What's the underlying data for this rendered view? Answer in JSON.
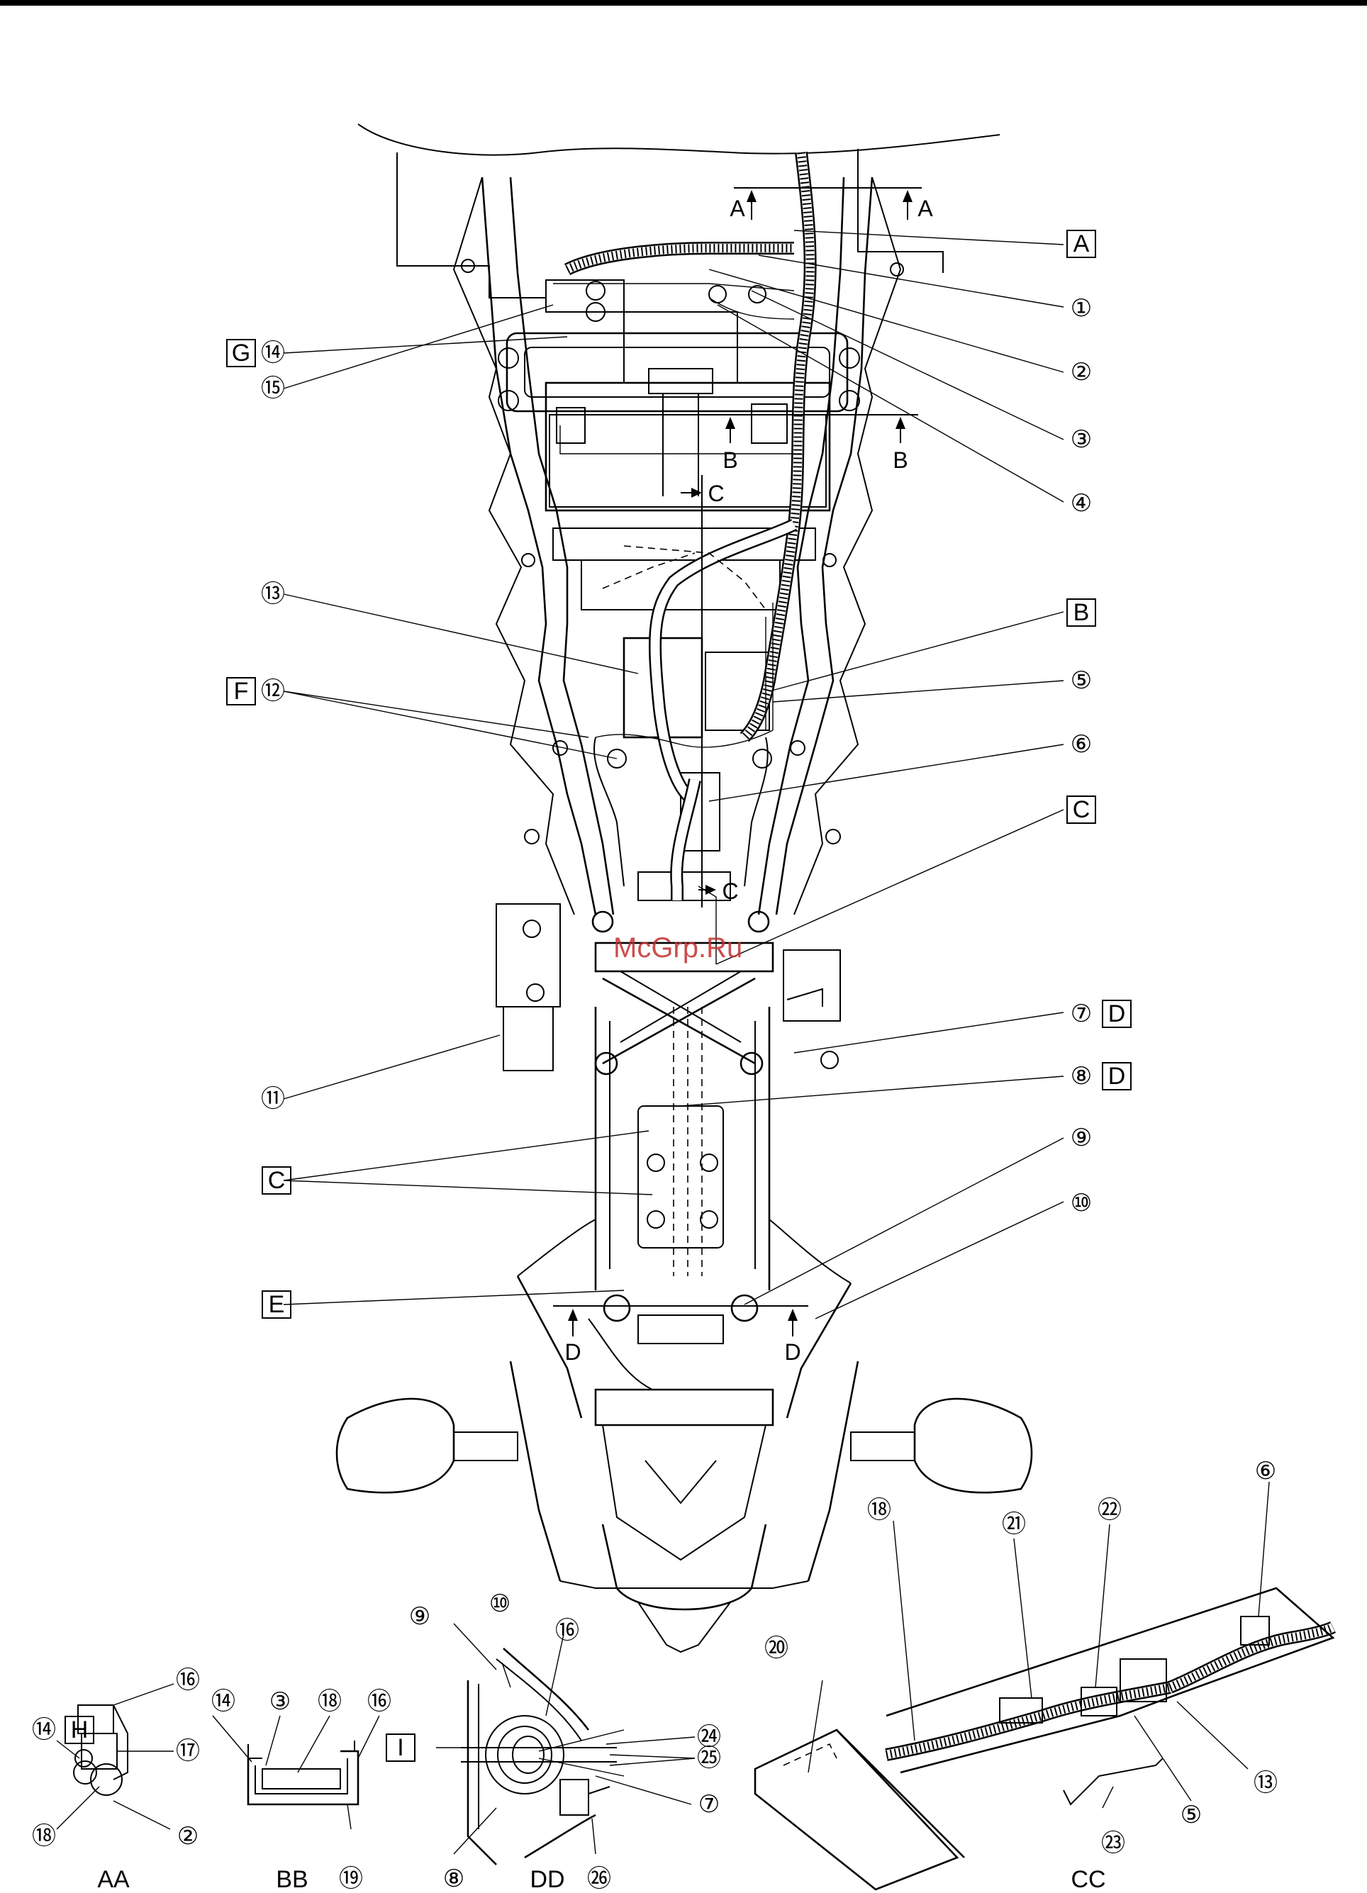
{
  "watermark": "McGrp.Ru",
  "callouts": {
    "n1": "①",
    "n2": "②",
    "n3": "③",
    "n4": "④",
    "n5": "⑤",
    "n6": "⑥",
    "n7": "⑦",
    "n8": "⑧",
    "n9": "⑨",
    "n10": "⑩",
    "n11": "⑪",
    "n12": "⑫",
    "n13": "⑬",
    "n14": "⑭",
    "n15": "⑮",
    "n16": "⑯",
    "n17": "⑰",
    "n18": "⑱",
    "n19": "⑲",
    "n20": "⑳",
    "n21": "㉑",
    "n22": "㉒",
    "n23": "㉓",
    "n24": "㉔",
    "n25": "㉕",
    "n26": "㉖"
  },
  "boxed_letters": {
    "A": "A",
    "B": "B",
    "C": "C",
    "D": "D",
    "E": "E",
    "F": "F",
    "G": "G",
    "H": "H",
    "I": "I"
  },
  "section_marks": {
    "A": "A",
    "B": "B",
    "C": "C",
    "D": "D"
  },
  "detail_views": {
    "AA": "AA",
    "BB": "BB",
    "CC": "CC",
    "DD": "DD"
  }
}
